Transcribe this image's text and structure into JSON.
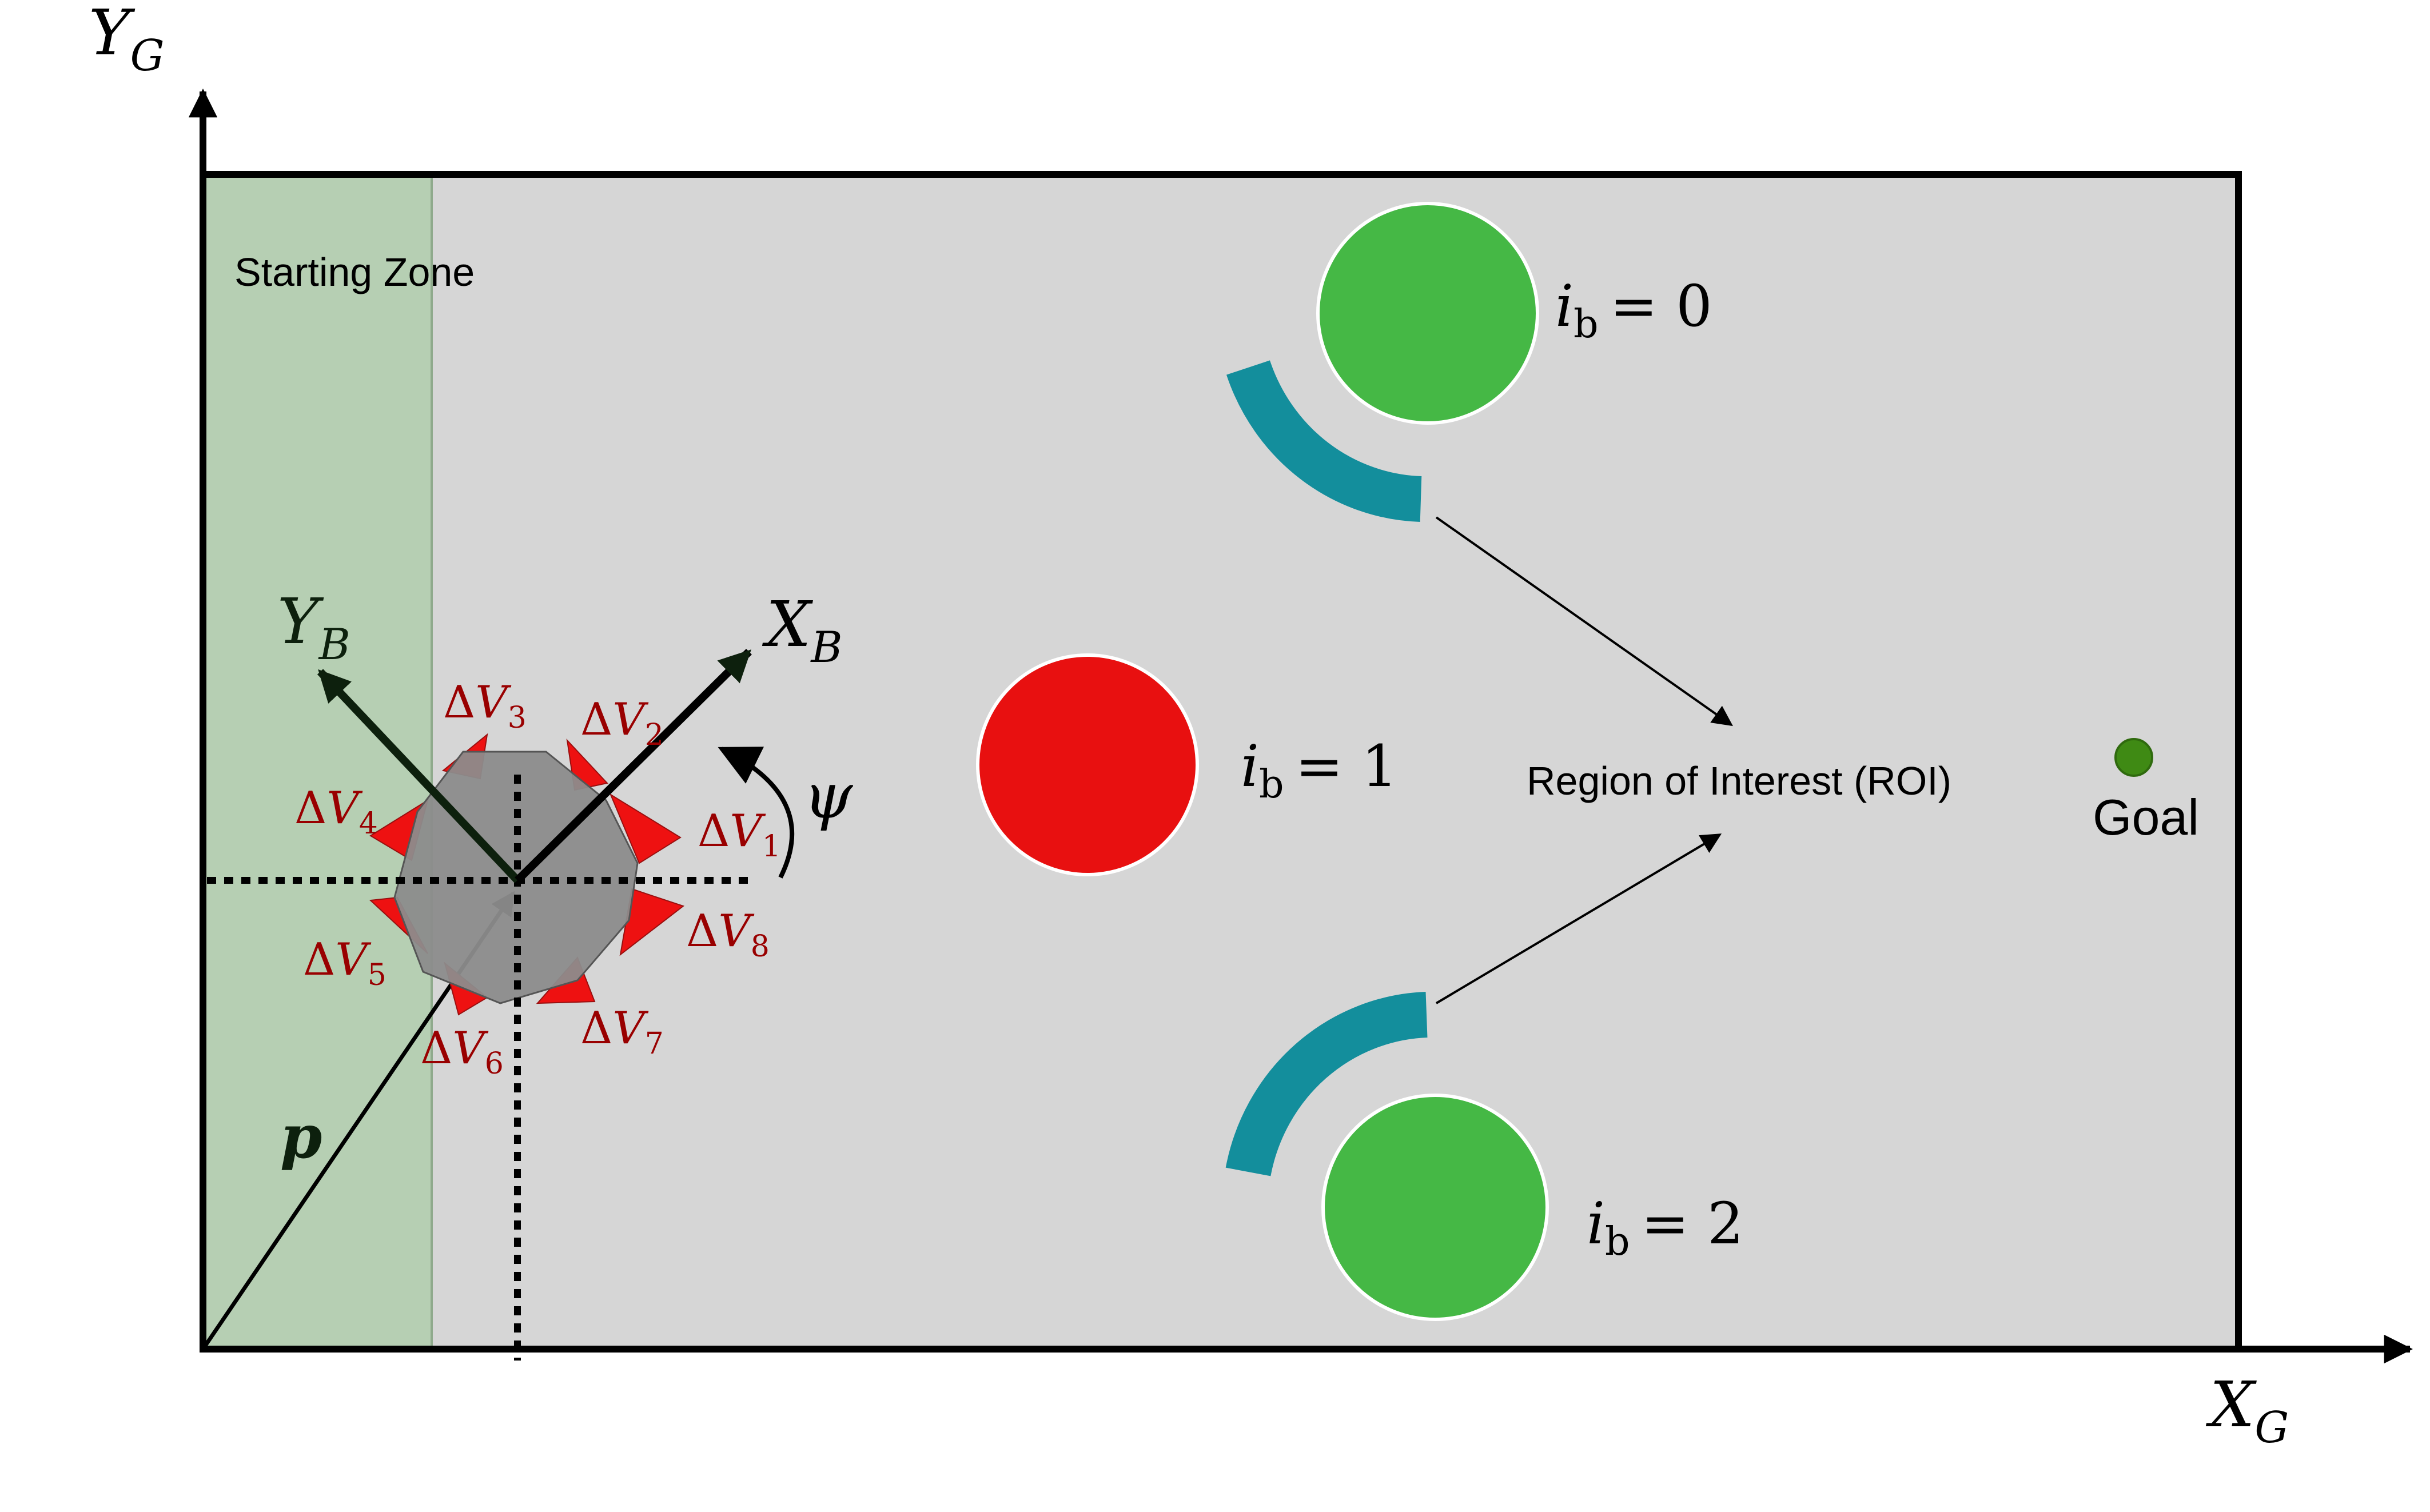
{
  "global_frame": {
    "y_axis": {
      "symbol": "Y",
      "subscript": "G"
    },
    "x_axis": {
      "symbol": "X",
      "subscript": "G"
    }
  },
  "body_frame": {
    "y_axis": {
      "symbol": "Y",
      "subscript": "B"
    },
    "x_axis": {
      "symbol": "X",
      "subscript": "B"
    },
    "rotation_label": "ψ",
    "position_vector_label": "p"
  },
  "zones": {
    "starting_zone_label": "Starting Zone",
    "roi_label": "Region of Interest (ROI)",
    "goal_label": "Goal"
  },
  "thrusters": [
    {
      "delta": "Δ",
      "symbol": "V",
      "index": "1"
    },
    {
      "delta": "Δ",
      "symbol": "V",
      "index": "2"
    },
    {
      "delta": "Δ",
      "symbol": "V",
      "index": "3"
    },
    {
      "delta": "Δ",
      "symbol": "V",
      "index": "4"
    },
    {
      "delta": "Δ",
      "symbol": "V",
      "index": "5"
    },
    {
      "delta": "Δ",
      "symbol": "V",
      "index": "6"
    },
    {
      "delta": "Δ",
      "symbol": "V",
      "index": "7"
    },
    {
      "delta": "Δ",
      "symbol": "V",
      "index": "8"
    }
  ],
  "obstacles": [
    {
      "var": "i",
      "sub": "b",
      "eq": "= 0"
    },
    {
      "var": "i",
      "sub": "b",
      "eq": "= 1"
    },
    {
      "var": "i",
      "sub": "b",
      "eq": "= 2"
    }
  ],
  "colors": {
    "workspace": "#d6d6d6",
    "starting_zone": "#b6cfb3",
    "green_obstacle": "#45b845",
    "red_obstacle": "#e81010",
    "arc": "#138e9c",
    "goal": "#3f8a14",
    "thruster": "#ee1111",
    "thruster_label": "#990000",
    "spacecraft": "#8c8c8c",
    "body_axes": "#0d200d"
  }
}
